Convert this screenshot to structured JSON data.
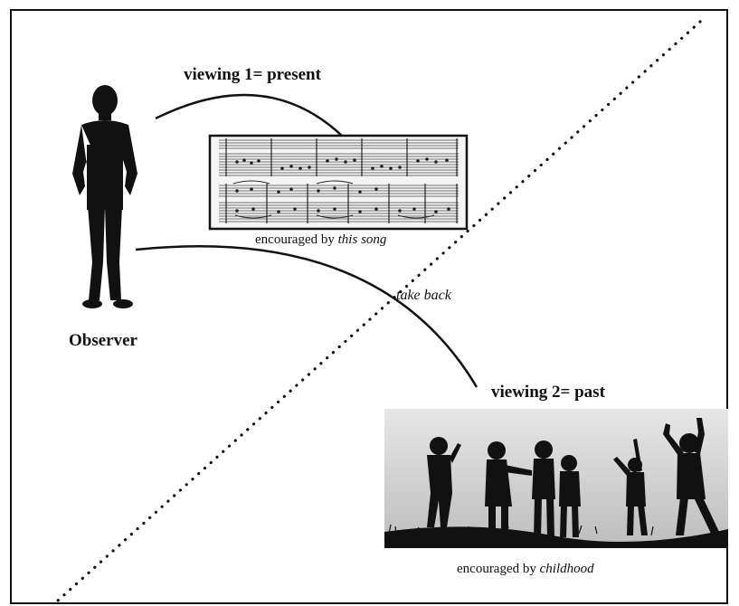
{
  "observer": {
    "label": "Observer",
    "icon": "person-silhouette-icon"
  },
  "viewing1": {
    "label": "viewing 1= present",
    "caption_prefix": "encouraged by ",
    "caption_emph": "this song",
    "image": "sheet-music-score-image"
  },
  "viewing2": {
    "label": "viewing 2= past",
    "caption_prefix": "encouraged by ",
    "caption_emph": "childhood",
    "image": "children-silhouettes-photo"
  },
  "transition": {
    "label": "take back"
  },
  "colors": {
    "ink": "#111111",
    "photo_sky": "#dcdcdc",
    "score_paper": "#f4f4f4"
  }
}
